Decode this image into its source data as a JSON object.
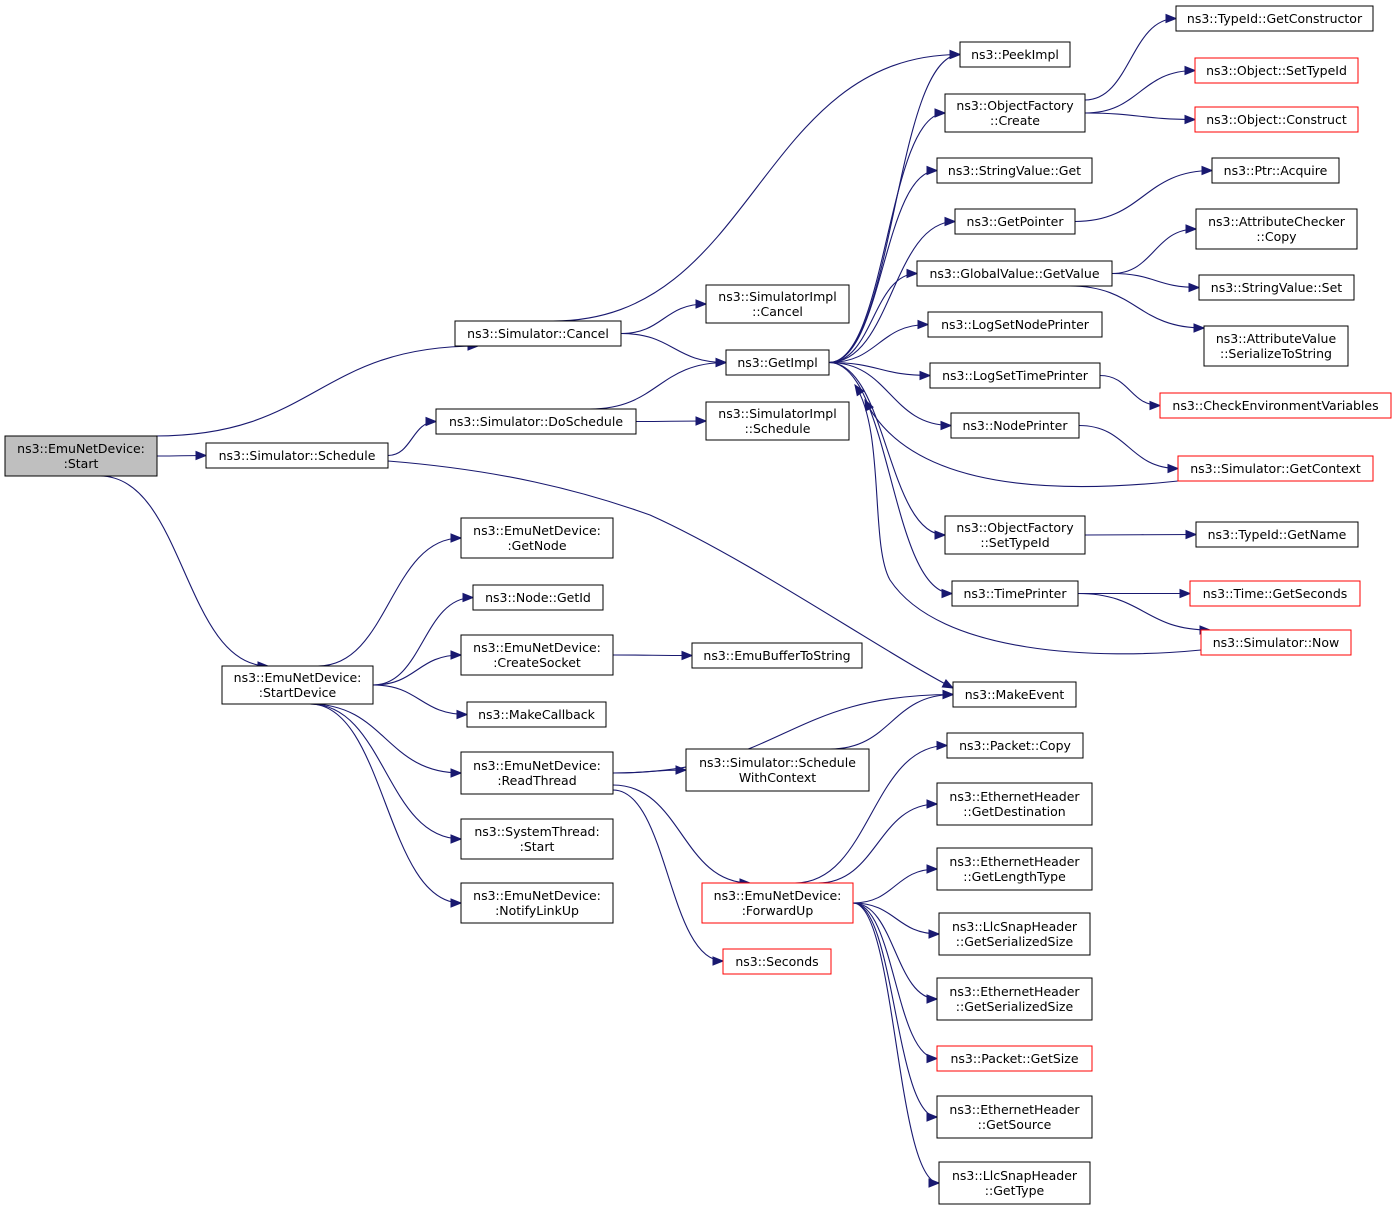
{
  "nodes": [
    {
      "id": "root",
      "lines": [
        "ns3::EmuNetDevice:",
        ":Start"
      ],
      "kind": "root"
    },
    {
      "id": "simcancel",
      "lines": [
        "ns3::Simulator::Cancel"
      ]
    },
    {
      "id": "simschedule",
      "lines": [
        "ns3::Simulator::Schedule"
      ]
    },
    {
      "id": "startdevice",
      "lines": [
        "ns3::EmuNetDevice:",
        ":StartDevice"
      ]
    },
    {
      "id": "peekimpl",
      "lines": [
        "ns3::PeekImpl"
      ]
    },
    {
      "id": "simimplcancel",
      "lines": [
        "ns3::SimulatorImpl",
        "::Cancel"
      ]
    },
    {
      "id": "getimpl",
      "lines": [
        "ns3::GetImpl"
      ]
    },
    {
      "id": "doschedule",
      "lines": [
        "ns3::Simulator::DoSchedule"
      ]
    },
    {
      "id": "simimplschedule",
      "lines": [
        "ns3::SimulatorImpl",
        "::Schedule"
      ]
    },
    {
      "id": "ofcreate",
      "lines": [
        "ns3::ObjectFactory",
        "::Create"
      ]
    },
    {
      "id": "stringvalueget",
      "lines": [
        "ns3::StringValue::Get"
      ]
    },
    {
      "id": "getpointer",
      "lines": [
        "ns3::GetPointer"
      ]
    },
    {
      "id": "globalgetvalue",
      "lines": [
        "ns3::GlobalValue::GetValue"
      ]
    },
    {
      "id": "lognodeprinter",
      "lines": [
        "ns3::LogSetNodePrinter"
      ]
    },
    {
      "id": "logtimeprinter",
      "lines": [
        "ns3::LogSetTimePrinter"
      ]
    },
    {
      "id": "nodeprinter",
      "lines": [
        "ns3::NodePrinter"
      ]
    },
    {
      "id": "ofsettypeid",
      "lines": [
        "ns3::ObjectFactory",
        "::SetTypeId"
      ]
    },
    {
      "id": "timeprinter",
      "lines": [
        "ns3::TimePrinter"
      ]
    },
    {
      "id": "getconstructor",
      "lines": [
        "ns3::TypeId::GetConstructor"
      ]
    },
    {
      "id": "objsettypeid",
      "lines": [
        "ns3::Object::SetTypeId"
      ],
      "kind": "ext"
    },
    {
      "id": "objconstruct",
      "lines": [
        "ns3::Object::Construct"
      ],
      "kind": "ext"
    },
    {
      "id": "ptracquire",
      "lines": [
        "ns3::Ptr::Acquire"
      ]
    },
    {
      "id": "attrcheckercopy",
      "lines": [
        "ns3::AttributeChecker",
        "::Copy"
      ]
    },
    {
      "id": "stringvalueset",
      "lines": [
        "ns3::StringValue::Set"
      ]
    },
    {
      "id": "attrvalueser",
      "lines": [
        "ns3::AttributeValue",
        "::SerializeToString"
      ]
    },
    {
      "id": "checkenv",
      "lines": [
        "ns3::CheckEnvironmentVariables"
      ],
      "kind": "ext"
    },
    {
      "id": "getcontext",
      "lines": [
        "ns3::Simulator::GetContext"
      ],
      "kind": "ext"
    },
    {
      "id": "typeidgetname",
      "lines": [
        "ns3::TypeId::GetName"
      ]
    },
    {
      "id": "timegetseconds",
      "lines": [
        "ns3::Time::GetSeconds"
      ],
      "kind": "ext"
    },
    {
      "id": "simnow",
      "lines": [
        "ns3::Simulator::Now"
      ],
      "kind": "ext"
    },
    {
      "id": "getnode",
      "lines": [
        "ns3::EmuNetDevice:",
        ":GetNode"
      ]
    },
    {
      "id": "nodegetid",
      "lines": [
        "ns3::Node::GetId"
      ]
    },
    {
      "id": "createsocket",
      "lines": [
        "ns3::EmuNetDevice:",
        ":CreateSocket"
      ]
    },
    {
      "id": "emubuffer",
      "lines": [
        "ns3::EmuBufferToString"
      ]
    },
    {
      "id": "makecallback",
      "lines": [
        "ns3::MakeCallback"
      ]
    },
    {
      "id": "readthread",
      "lines": [
        "ns3::EmuNetDevice:",
        ":ReadThread"
      ]
    },
    {
      "id": "systhreadstart",
      "lines": [
        "ns3::SystemThread:",
        ":Start"
      ]
    },
    {
      "id": "notifylinkup",
      "lines": [
        "ns3::EmuNetDevice:",
        ":NotifyLinkUp"
      ]
    },
    {
      "id": "makeevent",
      "lines": [
        "ns3::MakeEvent"
      ]
    },
    {
      "id": "schedwithctx",
      "lines": [
        "ns3::Simulator::Schedule",
        "WithContext"
      ]
    },
    {
      "id": "forwardup",
      "lines": [
        "ns3::EmuNetDevice:",
        ":ForwardUp"
      ],
      "kind": "ext"
    },
    {
      "id": "seconds",
      "lines": [
        "ns3::Seconds"
      ],
      "kind": "ext"
    },
    {
      "id": "packetcopy",
      "lines": [
        "ns3::Packet::Copy"
      ]
    },
    {
      "id": "ethgetdest",
      "lines": [
        "ns3::EthernetHeader",
        "::GetDestination"
      ]
    },
    {
      "id": "ethgetlentype",
      "lines": [
        "ns3::EthernetHeader",
        "::GetLengthType"
      ]
    },
    {
      "id": "llcgetsersize",
      "lines": [
        "ns3::LlcSnapHeader",
        "::GetSerializedSize"
      ]
    },
    {
      "id": "ethgetsersize",
      "lines": [
        "ns3::EthernetHeader",
        "::GetSerializedSize"
      ]
    },
    {
      "id": "packetgetsize",
      "lines": [
        "ns3::Packet::GetSize"
      ],
      "kind": "ext"
    },
    {
      "id": "ethgetsource",
      "lines": [
        "ns3::EthernetHeader",
        "::GetSource"
      ]
    },
    {
      "id": "llcgettype",
      "lines": [
        "ns3::LlcSnapHeader",
        "::GetType"
      ]
    }
  ],
  "edges": [
    [
      "root",
      "simcancel"
    ],
    [
      "root",
      "simschedule"
    ],
    [
      "root",
      "startdevice"
    ],
    [
      "simcancel",
      "peekimpl"
    ],
    [
      "simcancel",
      "simimplcancel"
    ],
    [
      "simcancel",
      "getimpl"
    ],
    [
      "simschedule",
      "doschedule"
    ],
    [
      "simschedule",
      "makeevent"
    ],
    [
      "doschedule",
      "getimpl"
    ],
    [
      "doschedule",
      "simimplschedule"
    ],
    [
      "getimpl",
      "peekimpl"
    ],
    [
      "getimpl",
      "ofcreate"
    ],
    [
      "getimpl",
      "stringvalueget"
    ],
    [
      "getimpl",
      "getpointer"
    ],
    [
      "getimpl",
      "globalgetvalue"
    ],
    [
      "getimpl",
      "lognodeprinter"
    ],
    [
      "getimpl",
      "logtimeprinter"
    ],
    [
      "getimpl",
      "nodeprinter"
    ],
    [
      "getimpl",
      "ofsettypeid"
    ],
    [
      "getimpl",
      "timeprinter"
    ],
    [
      "getcontext",
      "getimpl"
    ],
    [
      "simnow",
      "getimpl"
    ],
    [
      "ofcreate",
      "getconstructor"
    ],
    [
      "ofcreate",
      "objsettypeid"
    ],
    [
      "ofcreate",
      "objconstruct"
    ],
    [
      "getpointer",
      "ptracquire"
    ],
    [
      "globalgetvalue",
      "attrcheckercopy"
    ],
    [
      "globalgetvalue",
      "stringvalueset"
    ],
    [
      "globalgetvalue",
      "attrvalueser"
    ],
    [
      "logtimeprinter",
      "checkenv"
    ],
    [
      "nodeprinter",
      "getcontext"
    ],
    [
      "ofsettypeid",
      "typeidgetname"
    ],
    [
      "timeprinter",
      "timegetseconds"
    ],
    [
      "timeprinter",
      "simnow"
    ],
    [
      "startdevice",
      "getnode"
    ],
    [
      "startdevice",
      "nodegetid"
    ],
    [
      "startdevice",
      "createsocket"
    ],
    [
      "startdevice",
      "makecallback"
    ],
    [
      "startdevice",
      "readthread"
    ],
    [
      "startdevice",
      "systhreadstart"
    ],
    [
      "startdevice",
      "notifylinkup"
    ],
    [
      "createsocket",
      "emubuffer"
    ],
    [
      "readthread",
      "makeevent"
    ],
    [
      "readthread",
      "schedwithctx"
    ],
    [
      "readthread",
      "forwardup"
    ],
    [
      "readthread",
      "seconds"
    ],
    [
      "schedwithctx",
      "makeevent"
    ],
    [
      "forwardup",
      "packetcopy"
    ],
    [
      "forwardup",
      "ethgetdest"
    ],
    [
      "forwardup",
      "ethgetlentype"
    ],
    [
      "forwardup",
      "llcgetsersize"
    ],
    [
      "forwardup",
      "ethgetsersize"
    ],
    [
      "forwardup",
      "packetgetsize"
    ],
    [
      "forwardup",
      "ethgetsource"
    ],
    [
      "forwardup",
      "llcgettype"
    ]
  ]
}
